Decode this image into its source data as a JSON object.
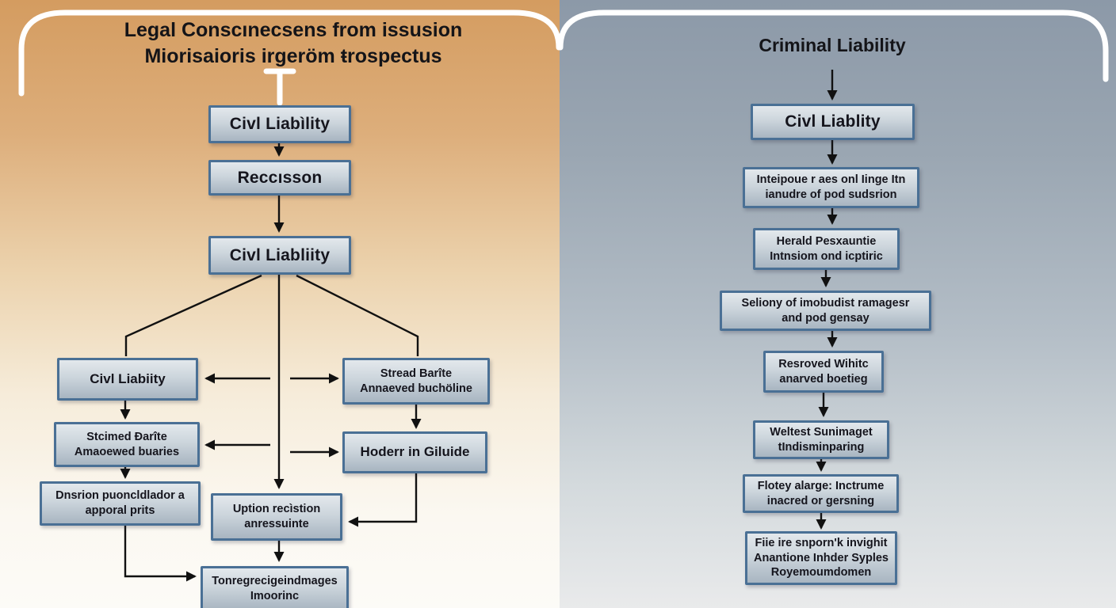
{
  "meta": {
    "kind": "two-panel flowchart diagram",
    "colors": {
      "left_bg_top": "#d49c60",
      "right_bg_top": "#8c99a8",
      "box_border": "#4a7095",
      "box_fill_top": "#e3e8ec",
      "box_fill_bottom": "#a8b5c1",
      "frame_line": "#ffffff",
      "arrow_line": "#111111",
      "text": "#15151d"
    }
  },
  "left": {
    "title": "Legal Conscınecsens from issusion\nMiorisaioris irgeröm ŧrospectus",
    "boxes": {
      "b1": "Civl Liabìlity",
      "b2": "Reccısson",
      "b3": "Civl Liabliity",
      "b4": "Civl Liabiity",
      "b5": "Stcimed Ðarîte\nAmaoewed buaries",
      "b6": "Dnsrion puoncldlador a\napporal prits",
      "b7": "Uption recìstion\nanressuinte",
      "b8": "Tonregrecigeindmages\nImoorinc",
      "b9": "Stread Barîte\nAnnaeved buchöline",
      "b10": "Hoderr in Giluide"
    }
  },
  "right": {
    "title": "Criminal Liability",
    "boxes": {
      "r1": "Civl Liablity",
      "r2": "Inteipoue r aes onl Iinge Itn\nianudre of pod sudsrion",
      "r3": "Herald Pesxauntie\nIntnsiom ond icptiric",
      "r4": "Seliony of imobudist ramagesr\nand pod gensay",
      "r5": "Resroved Wihitc\nanarved boetieg",
      "r6": "Weltest Sunimaget\ntIndisminparing",
      "r7": "Flotey alarge: Inctrume\ninacred or gersning",
      "r8": "Fiie ire snporn'k invighit\nAnantione Inhder Syples\nRoyemoumdomen"
    }
  }
}
